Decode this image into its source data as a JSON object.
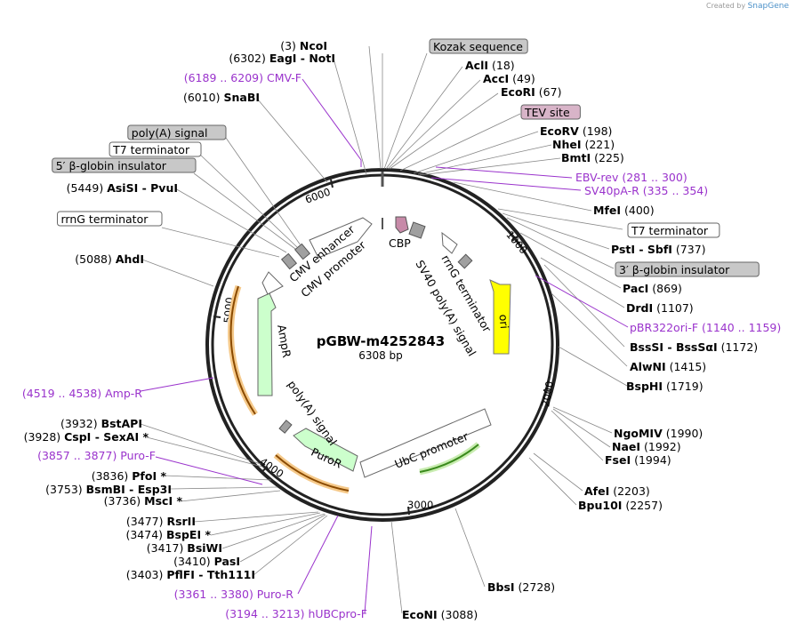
{
  "credit": {
    "prefix": "Created by",
    "brand": "SnapGene"
  },
  "plasmid": {
    "name": "pGBW-m4252843",
    "size": "6308 bp"
  },
  "ticks": [
    "1000",
    "2000",
    "3000",
    "4000",
    "5000",
    "6000"
  ],
  "feature_labels": {
    "cbp": "CBP",
    "rrng": "rrnG terminator",
    "sv40": "SV40 poly(A) signal",
    "ori": "ori",
    "amp": "AmpR",
    "polya": "poly(A) signal",
    "puro": "PuroR",
    "ubc": "UbC promoter",
    "cmv_enh": "CMV enhancer",
    "cmv_pro": "CMV promoter"
  },
  "labels": [
    {
      "pos": "(3)",
      "name": "NcoI"
    },
    {
      "box": "Kozak sequence",
      "color": "#c8c8c8"
    },
    {
      "name": "AclI",
      "pos": "(18)"
    },
    {
      "name": "AccI",
      "pos": "(49)"
    },
    {
      "name": "EcoRI",
      "pos": "(67)"
    },
    {
      "box": "TEV site",
      "color": "#d8b4c8"
    },
    {
      "name": "EcoRV",
      "pos": "(198)"
    },
    {
      "name": "NheI",
      "pos": "(221)"
    },
    {
      "name": "BmtI",
      "pos": "(225)"
    },
    {
      "primer": "EBV-rev",
      "range": "(281 .. 300)"
    },
    {
      "primer": "SV40pA-R",
      "range": "(335 .. 354)"
    },
    {
      "name": "MfeI",
      "pos": "(400)"
    },
    {
      "box": "T7 terminator",
      "color": "#ffffff"
    },
    {
      "name": "PstI - SbfI",
      "pos": "(737)"
    },
    {
      "box": "3′ β-globin insulator",
      "color": "#c8c8c8"
    },
    {
      "name": "PacI",
      "pos": "(869)"
    },
    {
      "name": "DrdI",
      "pos": "(1107)"
    },
    {
      "primer": "pBR322ori-F",
      "range": "(1140 .. 1159)"
    },
    {
      "name": "BssSI - BssSαI",
      "pos": "(1172)"
    },
    {
      "name": "AlwNI",
      "pos": "(1415)"
    },
    {
      "name": "BspHI",
      "pos": "(1719)"
    },
    {
      "name": "NgoMIV",
      "pos": "(1990)"
    },
    {
      "name": "NaeI",
      "pos": "(1992)"
    },
    {
      "name": "FseI",
      "pos": "(1994)"
    },
    {
      "name": "AfeI",
      "pos": "(2203)"
    },
    {
      "name": "Bpu10I",
      "pos": "(2257)"
    },
    {
      "name": "BbsI",
      "pos": "(2728)"
    },
    {
      "name": "EcoNI",
      "pos": "(3088)"
    },
    {
      "primer": "hUBCpro-F",
      "range": "(3194 .. 3213)"
    },
    {
      "primer": "Puro-R",
      "range": "(3361 .. 3380)"
    },
    {
      "pos": "(3403)",
      "name": "PflFI - Tth111I"
    },
    {
      "pos": "(3410)",
      "name": "PasI"
    },
    {
      "pos": "(3417)",
      "name": "BsiWI"
    },
    {
      "pos": "(3474)",
      "name": "BspEI *"
    },
    {
      "pos": "(3477)",
      "name": "RsrII"
    },
    {
      "pos": "(3736)",
      "name": "MscI *"
    },
    {
      "pos": "(3753)",
      "name": "BsmBI - Esp3I"
    },
    {
      "pos": "(3836)",
      "name": "PfoI *"
    },
    {
      "range": "(3857 .. 3877)",
      "primer": "Puro-F"
    },
    {
      "pos": "(3928)",
      "name": "CspI - SexAI *"
    },
    {
      "pos": "(3932)",
      "name": "BstAPI"
    },
    {
      "range": "(4519 .. 4538)",
      "primer": "Amp-R"
    },
    {
      "pos": "(5088)",
      "name": "AhdI"
    },
    {
      "box": "rrnG terminator",
      "color": "#ffffff"
    },
    {
      "pos": "(5449)",
      "name": "AsiSI - PvuI"
    },
    {
      "box": "5′ β-globin insulator",
      "color": "#c8c8c8"
    },
    {
      "box": "T7 terminator",
      "color": "#ffffff"
    },
    {
      "box": "poly(A) signal",
      "color": "#c8c8c8"
    },
    {
      "pos": "(6010)",
      "name": "SnaBI"
    },
    {
      "range": "(6189 .. 6209)",
      "primer": "CMV-F"
    },
    {
      "pos": "(6302)",
      "name": "EagI - NotI"
    }
  ],
  "colors": {
    "primer": "#9a33cc",
    "ori": "#ffff00",
    "amp": "#ccffcc",
    "highlight": "#f5c98a",
    "ubc_arrow": "#3a8a1c"
  }
}
